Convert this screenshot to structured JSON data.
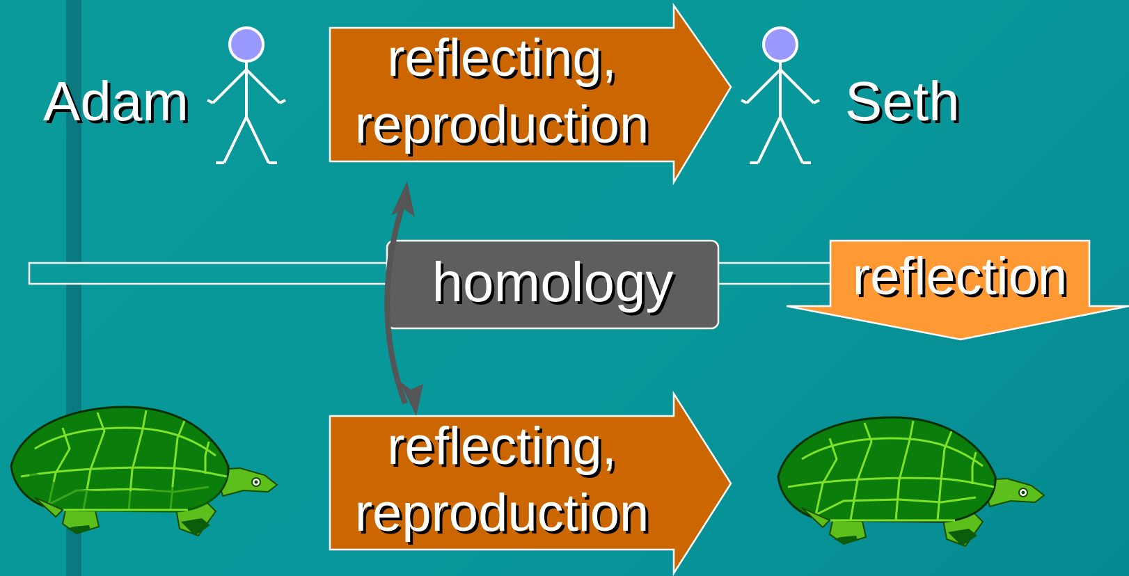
{
  "top": {
    "left_label": "Adam",
    "right_label": "Seth",
    "arrow_text_line1": "reflecting,",
    "arrow_text_line2": "reproduction"
  },
  "middle": {
    "center_label": "homology",
    "right_arrow_label": "reflection"
  },
  "bottom": {
    "arrow_text_line1": "reflecting,",
    "arrow_text_line2": "reproduction"
  },
  "colors": {
    "background": "#0a9a9a",
    "arrow_fill": "#cc6600",
    "reflection_fill": "#ff9933",
    "homology_fill": "#5e5e5e",
    "stick_head": "#9999ff",
    "turtle_shell": "#0b7d0b",
    "turtle_skin": "#5cbf1c"
  },
  "icons": [
    "stick-figure-icon",
    "turtle-icon",
    "double-arrow-icon"
  ]
}
